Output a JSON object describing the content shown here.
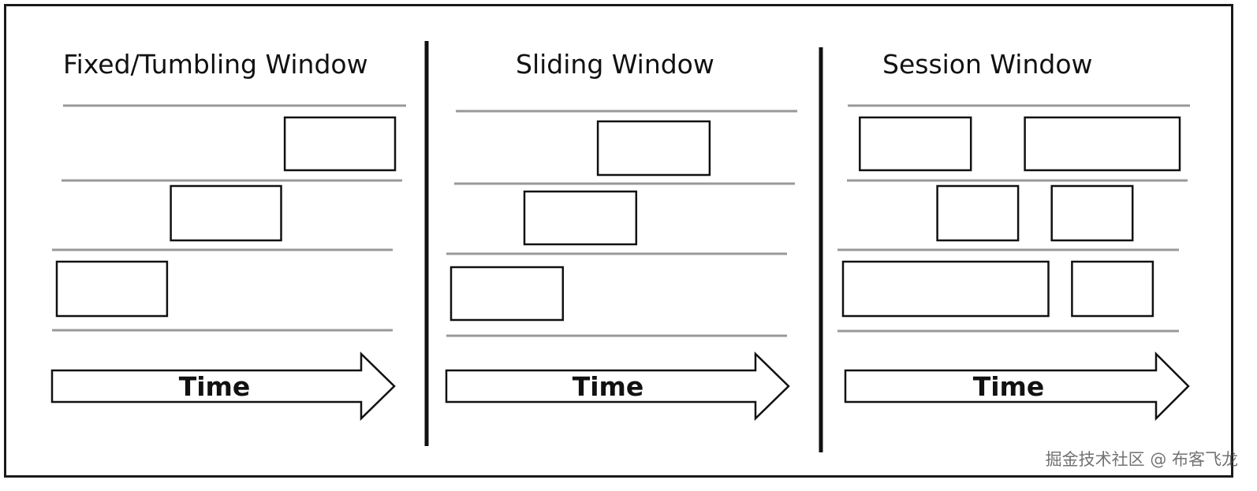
{
  "panels": [
    {
      "id": "tumbling",
      "title": "Fixed/Tumbling Window",
      "arrow_label": "Time",
      "windows": [
        {
          "lane": 1,
          "start": 0.674,
          "end": 1.0
        },
        {
          "lane": 2,
          "start": 0.337,
          "end": 0.663
        },
        {
          "lane": 3,
          "start": 0.0,
          "end": 0.326
        }
      ]
    },
    {
      "id": "sliding",
      "title": "Sliding Window",
      "arrow_label": "Time",
      "windows": [
        {
          "lane": 1,
          "start": 0.42,
          "end": 0.74
        },
        {
          "lane": 2,
          "start": 0.21,
          "end": 0.53
        },
        {
          "lane": 3,
          "start": 0.0,
          "end": 0.32
        }
      ]
    },
    {
      "id": "session",
      "title": "Session Window",
      "arrow_label": "Time",
      "windows": [
        {
          "lane": 1,
          "start": 0.05,
          "end": 0.38
        },
        {
          "lane": 1,
          "start": 0.54,
          "end": 1.0
        },
        {
          "lane": 2,
          "start": 0.28,
          "end": 0.52
        },
        {
          "lane": 2,
          "start": 0.62,
          "end": 0.86
        },
        {
          "lane": 3,
          "start": 0.0,
          "end": 0.61
        },
        {
          "lane": 3,
          "start": 0.68,
          "end": 0.92
        }
      ]
    }
  ],
  "watermark": "掘金技术社区 @ 布客飞龙"
}
